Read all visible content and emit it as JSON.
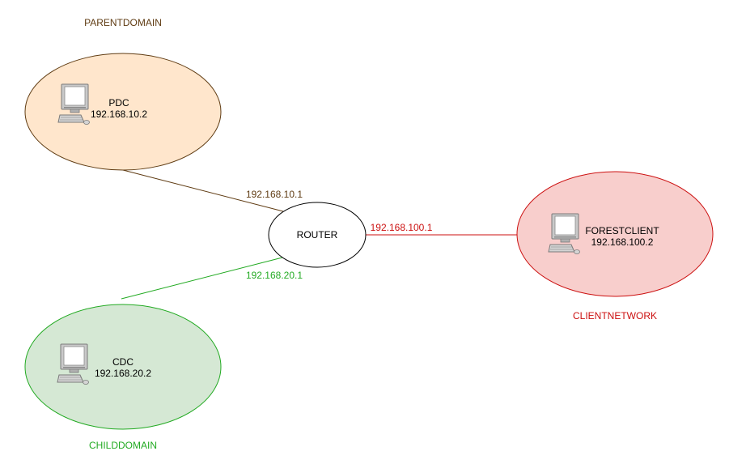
{
  "domains": {
    "parent": "PARENTDOMAIN",
    "child": "CHILDDOMAIN",
    "client": "CLIENTNETWORK"
  },
  "nodes": {
    "pdc": {
      "name": "PDC",
      "ip": "192.168.10.2"
    },
    "cdc": {
      "name": "CDC",
      "ip": "192.168.20.2"
    },
    "client": {
      "name": "FORESTCLIENT",
      "ip": "192.168.100.2"
    },
    "router": {
      "name": "ROUTER"
    }
  },
  "links": {
    "parent": "192.168.10.1",
    "child": "192.168.20.1",
    "client": "192.168.100.1"
  },
  "colors": {
    "parent_fill": "#ffe6cc",
    "parent_stroke": "#5f3b12",
    "child_fill": "#d5e8d4",
    "child_stroke": "#22aa22",
    "client_fill": "#f8cecc",
    "client_stroke": "#cc1111",
    "router_fill": "#ffffff",
    "router_stroke": "#000000"
  },
  "icons": {
    "computer": "desktop-computer-icon"
  }
}
